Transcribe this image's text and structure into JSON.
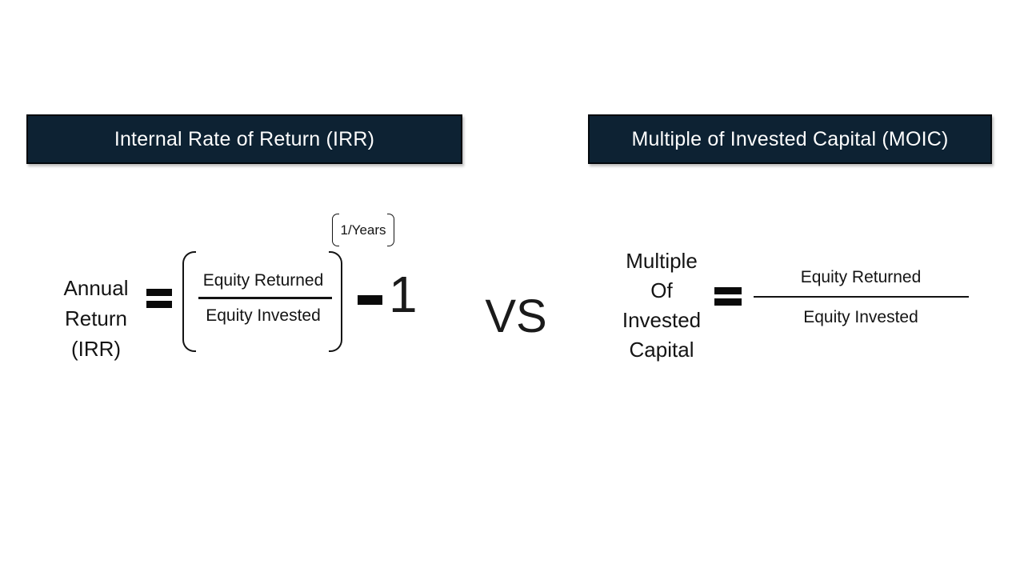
{
  "slide": {
    "background": "#ffffff",
    "text_color": "#141414",
    "header_style": {
      "bg": "#0d2233",
      "border": "#03080d",
      "text": "#fdfdfd"
    },
    "left_panel": {
      "header": "Internal Rate of Return (IRR)",
      "formula": {
        "label_lines": [
          "Annual",
          "Return",
          "(IRR)"
        ],
        "equals": "=",
        "numerator": "Equity Returned",
        "denominator": "Equity Invested",
        "exponent": "1/Years",
        "minus": "-",
        "constant": "1"
      }
    },
    "divider": {
      "label": "VS"
    },
    "right_panel": {
      "header": "Multiple of Invested Capital (MOIC)",
      "formula": {
        "label_lines": [
          "Multiple",
          "Of",
          "Invested",
          "Capital"
        ],
        "equals": "=",
        "numerator": "Equity Returned",
        "denominator": "Equity Invested"
      }
    }
  }
}
